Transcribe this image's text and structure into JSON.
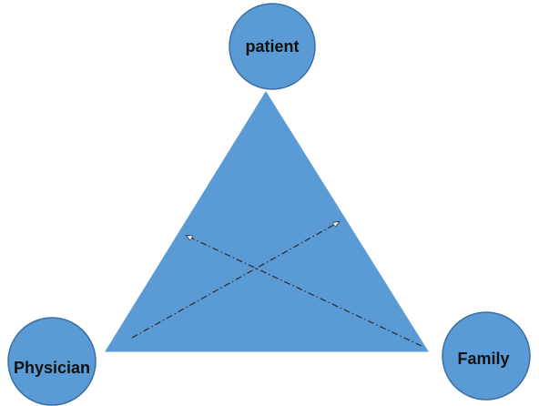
{
  "colors": {
    "fill": "#5b9bd5",
    "stroke": "#3a6fa3",
    "arrow": "#2a2a2a",
    "background": "#ffffff"
  },
  "nodes": {
    "patient": {
      "label": "patient"
    },
    "physician": {
      "label": "Physician"
    },
    "family": {
      "label": "Family"
    }
  }
}
